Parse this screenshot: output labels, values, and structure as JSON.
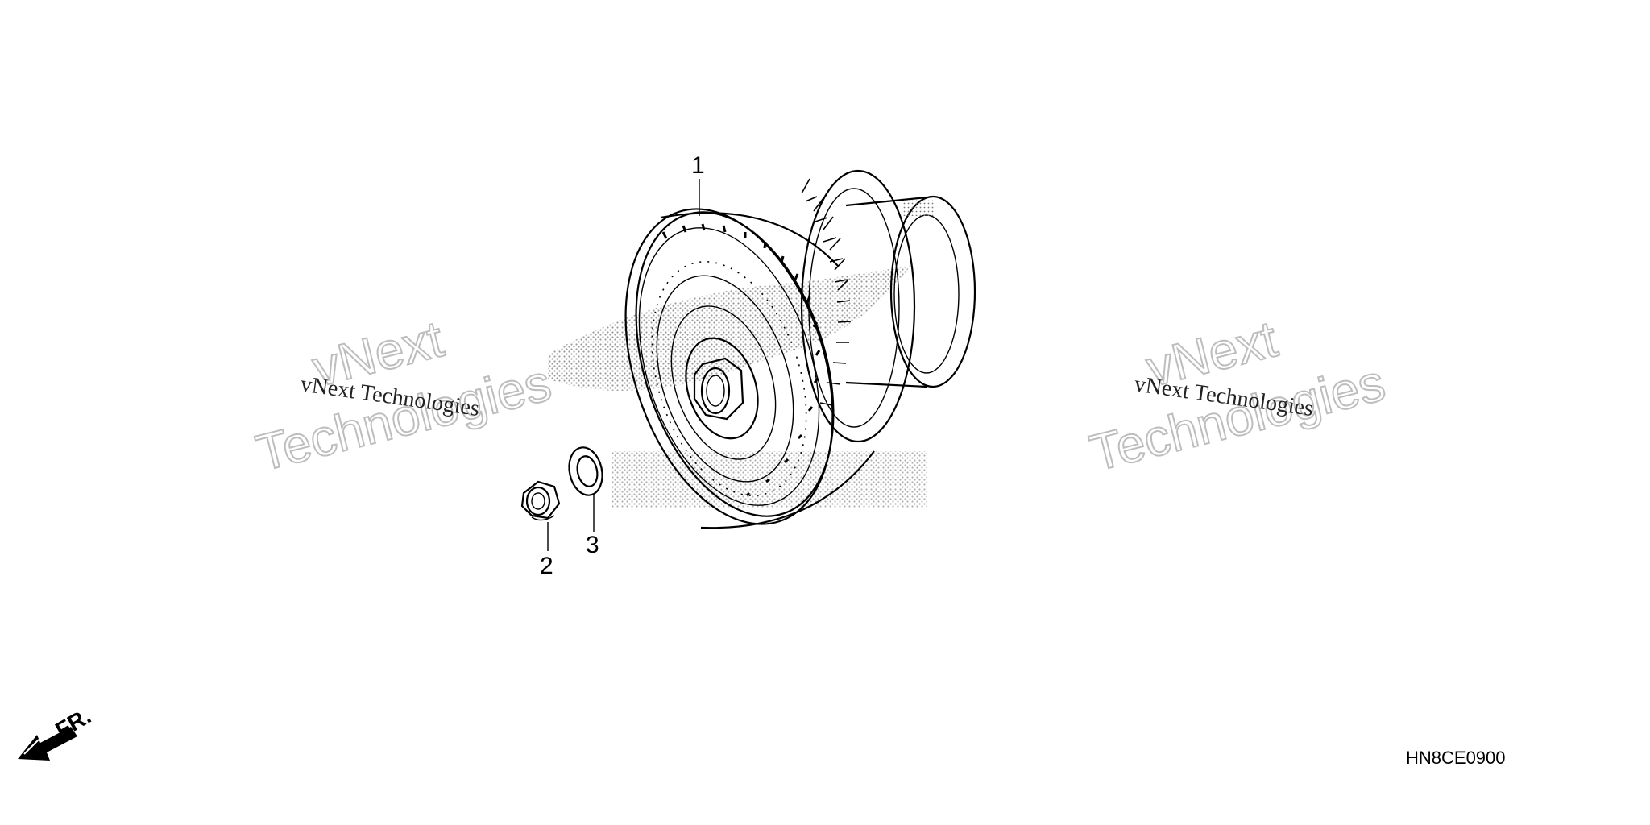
{
  "callouts": {
    "p1": "1",
    "p2": "2",
    "p3": "3"
  },
  "diagram_code": "HN8CE0900",
  "direction_label": "FR.",
  "watermark": {
    "line_small": "vNext Technologies",
    "line_big_1": "vNext",
    "line_big_2": "Technologies"
  }
}
